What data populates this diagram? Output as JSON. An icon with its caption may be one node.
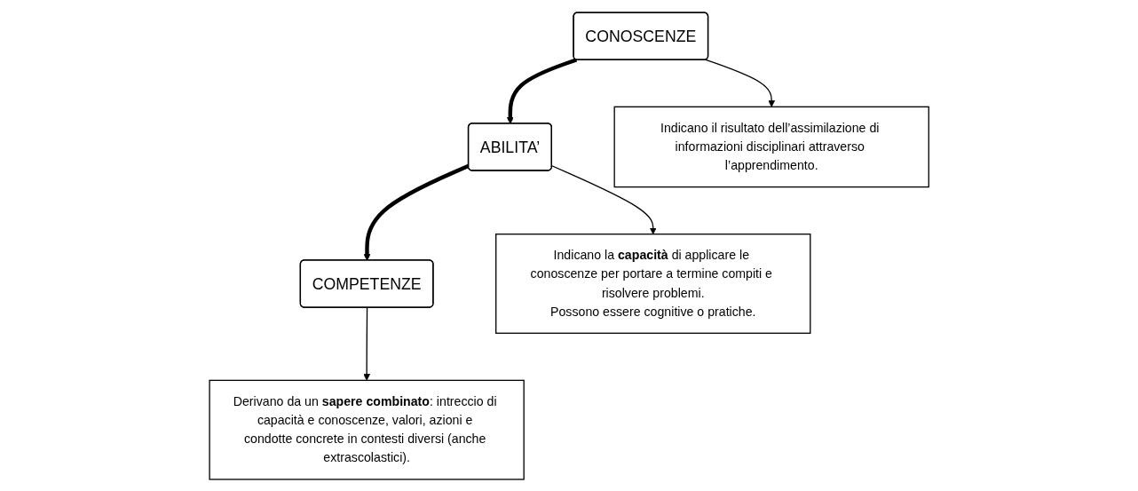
{
  "diagram": {
    "nodes": [
      {
        "text": [
          "CONOSCENZE"
        ]
      },
      {
        "text": [
          "ABILITA’"
        ]
      },
      {
        "text": [
          "COMPETENZE"
        ]
      },
      {
        "text": [
          "Indicano il risultato dell’assimilazione di informazioni disciplinari attraverso l’apprendimento."
        ]
      },
      {
        "text": [
          "Indicano la **capacità** di applicare le conoscenze per portare a termine compiti e risolvere problemi.",
          "Possono essere cognitive o pratiche."
        ]
      },
      {
        "text": [
          "Derivano da un **sapere combinato**: intreccio di capacità e conoscenze, valori, azioni e condotte concrete in contesti diversi (anche extrascolastici)."
        ]
      }
    ],
    "edges": [
      {
        "from": 0,
        "to": 3,
        "arrow": "to"
      },
      {
        "from": 0,
        "to": 1,
        "arrow": "to",
        "style": "thick"
      },
      {
        "from": 1,
        "to": 4,
        "arrow": "to"
      },
      {
        "from": 1,
        "to": 2,
        "arrow": "to",
        "style": "thick"
      },
      {
        "from": 2,
        "to": 5,
        "arrow": "to"
      }
    ]
  }
}
